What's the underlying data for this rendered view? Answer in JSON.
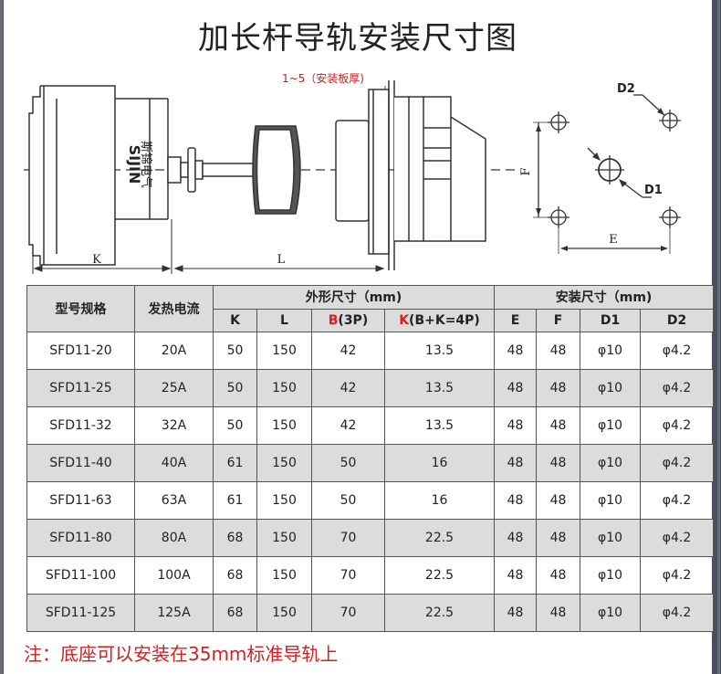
{
  "title": "加长杆导轨安装尺寸图",
  "drawing": {
    "panel_thickness_label": "1~5（安装板厚)",
    "brand_text": "SIJIN",
    "brand_cn": "斯锦电气",
    "label_k": "K",
    "label_l": "L",
    "label_d1": "D1",
    "label_d2": "D2",
    "label_e": "E",
    "label_f": "F"
  },
  "table": {
    "group_outer": "外形尺寸（mm)",
    "group_install": "安装尺寸（mm)",
    "col_model": "型号规格",
    "col_current": "发热电流",
    "col_k": "K",
    "col_l": "L",
    "col_b_red": "B",
    "col_b_rest": "(3P)",
    "col_kb_red": "K",
    "col_kb_rest": "(B+K=4P)",
    "col_e": "E",
    "col_f": "F",
    "col_d1": "D1",
    "col_d2": "D2",
    "rows": [
      {
        "model": "SFD11-20",
        "current": "20A",
        "k": "50",
        "l": "150",
        "b": "42",
        "kb": "13.5",
        "e": "48",
        "f": "48",
        "d1": "φ10",
        "d2": "φ4.2"
      },
      {
        "model": "SFD11-25",
        "current": "25A",
        "k": "50",
        "l": "150",
        "b": "42",
        "kb": "13.5",
        "e": "48",
        "f": "48",
        "d1": "φ10",
        "d2": "φ4.2"
      },
      {
        "model": "SFD11-32",
        "current": "32A",
        "k": "50",
        "l": "150",
        "b": "42",
        "kb": "13.5",
        "e": "48",
        "f": "48",
        "d1": "φ10",
        "d2": "φ4.2"
      },
      {
        "model": "SFD11-40",
        "current": "40A",
        "k": "61",
        "l": "150",
        "b": "50",
        "kb": "16",
        "e": "48",
        "f": "48",
        "d1": "φ10",
        "d2": "φ4.2"
      },
      {
        "model": "SFD11-63",
        "current": "63A",
        "k": "61",
        "l": "150",
        "b": "50",
        "kb": "16",
        "e": "48",
        "f": "48",
        "d1": "φ10",
        "d2": "φ4.2"
      },
      {
        "model": "SFD11-80",
        "current": "80A",
        "k": "68",
        "l": "150",
        "b": "70",
        "kb": "22.5",
        "e": "48",
        "f": "48",
        "d1": "φ10",
        "d2": "φ4.2"
      },
      {
        "model": "SFD11-100",
        "current": "100A",
        "k": "68",
        "l": "150",
        "b": "70",
        "kb": "22.5",
        "e": "48",
        "f": "48",
        "d1": "φ10",
        "d2": "φ4.2"
      },
      {
        "model": "SFD11-125",
        "current": "125A",
        "k": "68",
        "l": "150",
        "b": "70",
        "kb": "22.5",
        "e": "48",
        "f": "48",
        "d1": "φ10",
        "d2": "φ4.2"
      }
    ]
  },
  "note": "注：底座可以安装在35mm标准导轨上",
  "colors": {
    "accent_red": "#e11b1b",
    "row_shade": "#dcdcdc",
    "frame": "#4a4f5c"
  }
}
